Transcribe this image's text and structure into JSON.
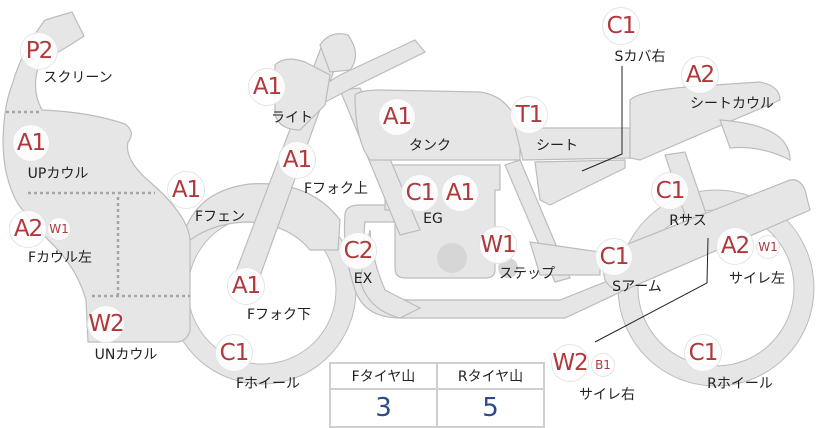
{
  "colors": {
    "badge_text": "#b0383c",
    "part_fill": "#e6e6e6",
    "part_stroke": "#bcbcbc",
    "tire_value": "#2e4a8c"
  },
  "parts": [
    {
      "name": "screen",
      "label": "スクリーン",
      "grades": [
        "P2"
      ]
    },
    {
      "name": "up-cowl",
      "label": "UPカウル",
      "grades": [
        "A1"
      ]
    },
    {
      "name": "f-cowl-left",
      "label": "Fカウル左",
      "grades": [
        "A2"
      ],
      "sub": "W1"
    },
    {
      "name": "un-cowl",
      "label": "UNカウル",
      "grades": [
        "W2"
      ]
    },
    {
      "name": "f-wheel",
      "label": "Fホイール",
      "grades": [
        "C1"
      ]
    },
    {
      "name": "f-fender",
      "label": "Fフェン",
      "grades": [
        "A1"
      ]
    },
    {
      "name": "light",
      "label": "ライト",
      "grades": [
        "A1"
      ]
    },
    {
      "name": "f-fork-upper",
      "label": "Fフォク上",
      "grades": [
        "A1"
      ]
    },
    {
      "name": "f-fork-lower",
      "label": "Fフォク下",
      "grades": [
        "A1"
      ]
    },
    {
      "name": "exhaust",
      "label": "EX",
      "grades": [
        "C2"
      ]
    },
    {
      "name": "tank",
      "label": "タンク",
      "grades": [
        "A1"
      ]
    },
    {
      "name": "engine",
      "label": "EG",
      "grades": [
        "C1",
        "A1"
      ]
    },
    {
      "name": "step",
      "label": "ステップ",
      "grades": [
        "W1"
      ]
    },
    {
      "name": "seat",
      "label": "シート",
      "grades": [
        "T1"
      ]
    },
    {
      "name": "side-cover-right",
      "label": "Sカバ右",
      "grades": [
        "C1"
      ]
    },
    {
      "name": "seat-cowl",
      "label": "シートカウル",
      "grades": [
        "A2"
      ]
    },
    {
      "name": "r-suspension",
      "label": "Rサス",
      "grades": [
        "C1"
      ]
    },
    {
      "name": "swing-arm",
      "label": "Sアーム",
      "grades": [
        "C1"
      ]
    },
    {
      "name": "silencer-left",
      "label": "サイレ左",
      "grades": [
        "A2"
      ],
      "sub": "W1"
    },
    {
      "name": "silencer-right",
      "label": "サイレ右",
      "grades": [
        "W2"
      ],
      "sub": "B1"
    },
    {
      "name": "r-wheel",
      "label": "Rホイール",
      "grades": [
        "C1"
      ]
    }
  ],
  "tires": {
    "front_label": "Fタイヤ山",
    "front_value": "3",
    "rear_label": "Rタイヤ山",
    "rear_value": "5"
  }
}
